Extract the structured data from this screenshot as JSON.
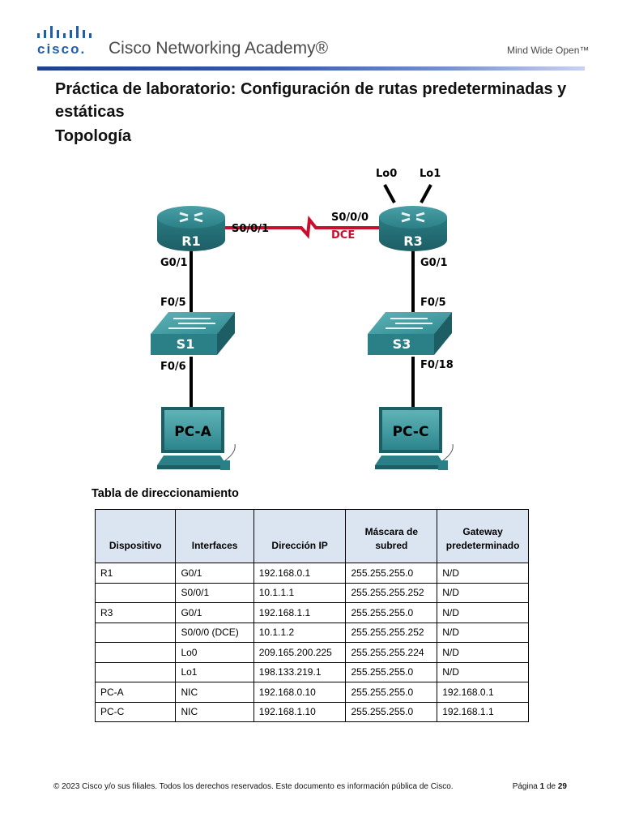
{
  "header": {
    "logo_word": "cisco.",
    "academy": "Cisco Networking Academy®",
    "tagline": "Mind Wide Open™"
  },
  "title": "Práctica de laboratorio: Configuración de rutas predeterminadas y estáticas",
  "subtitle": "Topología",
  "topology": {
    "routers": [
      {
        "name": "R1",
        "ports": [
          "S0/0/1",
          "G0/1"
        ]
      },
      {
        "name": "R3",
        "ports": [
          "S0/0/0",
          "G0/1",
          "Lo0",
          "Lo1"
        ]
      }
    ],
    "switches": [
      {
        "name": "S1",
        "ports": [
          "F0/5",
          "F0/6"
        ]
      },
      {
        "name": "S3",
        "ports": [
          "F0/5",
          "F0/18"
        ]
      }
    ],
    "pcs": [
      "PC-A",
      "PC-C"
    ],
    "dce_label": "DCE",
    "link_color": "#c8102e"
  },
  "addressing_table": {
    "caption": "Tabla de direccionamiento",
    "headers": [
      "Dispositivo",
      "Interfaces",
      "Dirección IP",
      "Máscara de subred",
      "Gateway predeterminado"
    ],
    "rows": [
      [
        "R1",
        "G0/1",
        "192.168.0.1",
        "255.255.255.0",
        "N/D"
      ],
      [
        "",
        "S0/0/1",
        "10.1.1.1",
        "255.255.255.252",
        "N/D"
      ],
      [
        "R3",
        "G0/1",
        "192.168.1.1",
        "255.255.255.0",
        "N/D"
      ],
      [
        "",
        "S0/0/0 (DCE)",
        "10.1.1.2",
        "255.255.255.252",
        "N/D"
      ],
      [
        "",
        "Lo0",
        "209.165.200.225",
        "255.255.255.224",
        "N/D"
      ],
      [
        "",
        "Lo1",
        "198.133.219.1",
        "255.255.255.0",
        "N/D"
      ],
      [
        "PC-A",
        "NIC",
        "192.168.0.10",
        "255.255.255.0",
        "192.168.0.1"
      ],
      [
        "PC-C",
        "NIC",
        "192.168.1.10",
        "255.255.255.0",
        "192.168.1.1"
      ]
    ]
  },
  "footer": {
    "copyright": "© 2023 Cisco y/o sus filiales. Todos los derechos reservados. Este documento es información pública de Cisco.",
    "page_word": "Página",
    "page_number": "1",
    "page_of": "de",
    "page_total": "29"
  }
}
